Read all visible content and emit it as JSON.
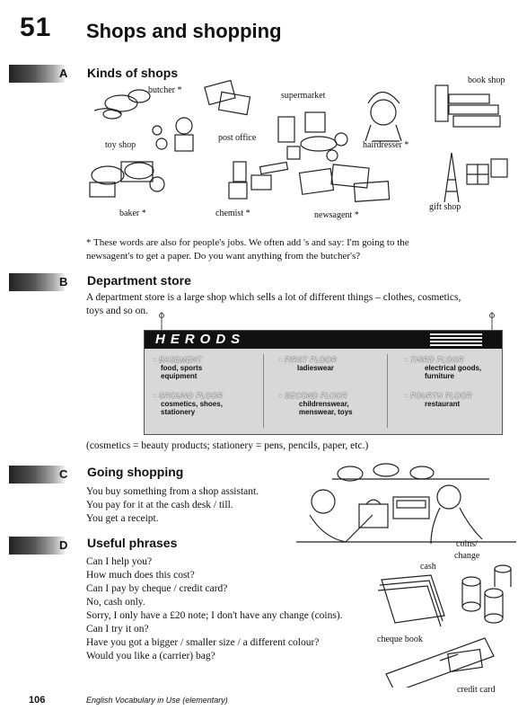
{
  "unit": {
    "number": "51",
    "title": "Shops and shopping"
  },
  "sections": {
    "a": {
      "letter": "A",
      "title": "Kinds of shops",
      "labels": {
        "butcher": "butcher *",
        "supermarket": "supermarket",
        "book_shop": "book shop",
        "toy_shop": "toy shop",
        "post_office": "post office",
        "hairdresser": "hairdresser *",
        "baker": "baker *",
        "chemist": "chemist *",
        "newsagent": "newsagent *",
        "gift_shop": "gift shop"
      },
      "note_line1": "* These words are also for people's jobs. We often add 's and say: I'm going to the",
      "note_line2": "newsagent's to get a paper. Do you want anything from the butcher's?"
    },
    "b": {
      "letter": "B",
      "title": "Department store",
      "intro_line1": "A department store is a large shop which sells a lot of different things – clothes, cosmetics,",
      "intro_line2": "toys and so on.",
      "store_name": "HERODS",
      "floors": {
        "basement": {
          "name": "BASEMENT",
          "goods1": "food, sports",
          "goods2": "equipment"
        },
        "ground": {
          "name": "GROUND FLOOR",
          "goods1": "cosmetics, shoes,",
          "goods2": "stationery"
        },
        "first": {
          "name": "FIRST FLOOR",
          "goods1": "ladieswear",
          "goods2": ""
        },
        "second": {
          "name": "SECOND FLOOR",
          "goods1": "childrenswear,",
          "goods2": "menswear, toys"
        },
        "third": {
          "name": "THIRD FLOOR",
          "goods1": "electrical goods,",
          "goods2": "furniture"
        },
        "fourth": {
          "name": "FOURTH FLOOR",
          "goods1": "restaurant",
          "goods2": ""
        }
      },
      "gloss": "(cosmetics = beauty products; stationery = pens, pencils, paper, etc.)"
    },
    "c": {
      "letter": "C",
      "title": "Going shopping",
      "lines": [
        "You buy something from a shop assistant.",
        "You pay for it at the cash desk / till.",
        "You get a receipt."
      ]
    },
    "d": {
      "letter": "D",
      "title": "Useful phrases",
      "phrases": [
        "Can I help you?",
        "How much does this cost?",
        "Can I pay by cheque / credit card?",
        "No, cash only.",
        "Sorry, I only have a £20 note; I don't have any change (coins).",
        "Can I try it on?",
        "Have you got a bigger / smaller size / a different colour?",
        "Would you like a (carrier) bag?"
      ],
      "labels": {
        "coins": "coins/",
        "change": "change",
        "cash": "cash",
        "cheque_book": "cheque book",
        "credit_card": "credit card"
      }
    }
  },
  "footer": {
    "page": "106",
    "book": "English Vocabulary in Use (elementary)"
  }
}
